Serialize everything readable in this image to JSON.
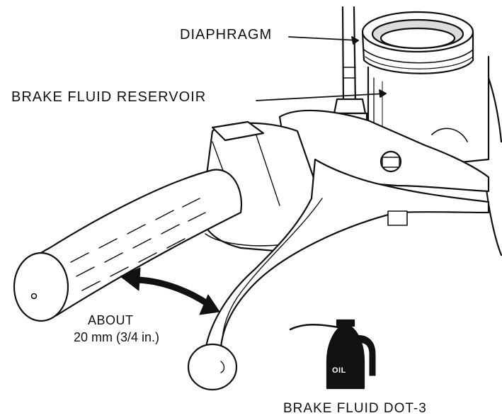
{
  "labels": {
    "diaphragm": "DIAPHRAGM",
    "reservoir": "BRAKE FLUID RESERVOIR",
    "about": "ABOUT",
    "distance": "20 mm (3/4 in.)",
    "fluid_type": "BRAKE FLUID DOT-3",
    "oil_can_label": "OIL"
  },
  "colors": {
    "ink": "#111111",
    "paper": "#ffffff",
    "shade": "#e6e6e6"
  },
  "icons": {
    "free_play_arrow": "double-headed-curved-arrow",
    "oil_can": "oil-can-icon"
  }
}
